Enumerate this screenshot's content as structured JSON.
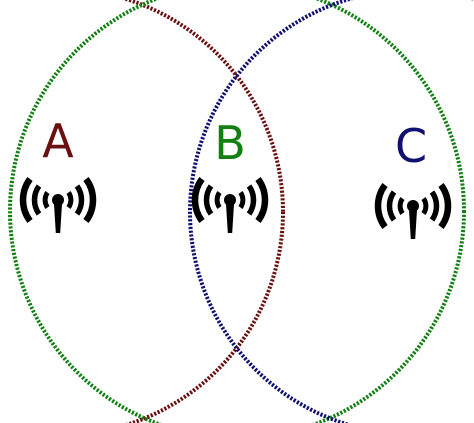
{
  "diagram": {
    "stations": [
      {
        "id": "a",
        "label": "A",
        "color": "#6b1010",
        "icon": "radio-antenna-icon"
      },
      {
        "id": "b",
        "label": "B",
        "color": "#128012",
        "icon": "radio-antenna-icon"
      },
      {
        "id": "c",
        "label": "C",
        "color": "#101070",
        "icon": "radio-antenna-icon"
      }
    ]
  }
}
